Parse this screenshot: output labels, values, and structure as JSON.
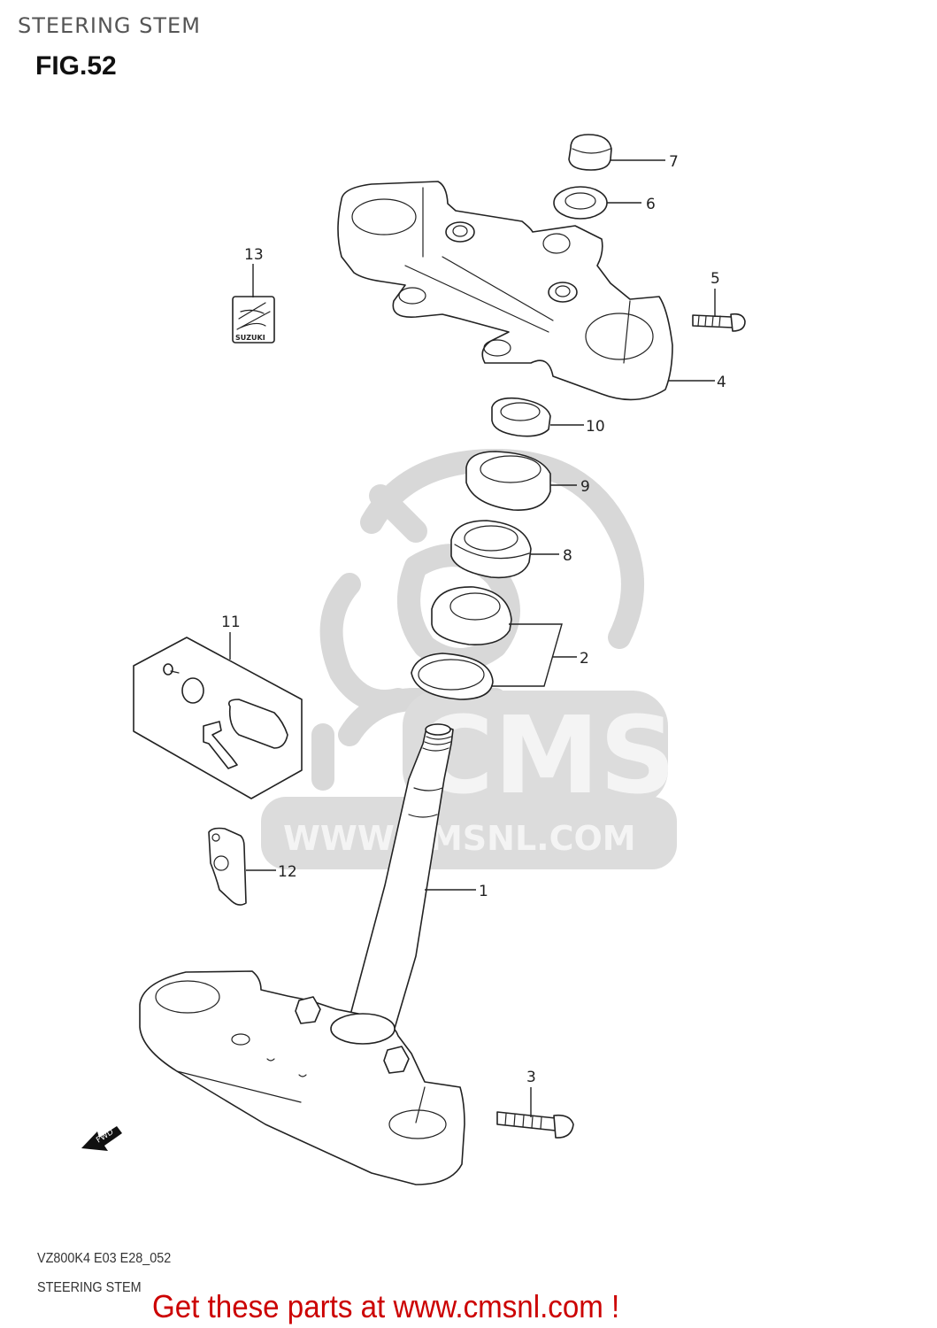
{
  "header": {
    "section_title": "STEERING STEM",
    "figure_label": "FIG.52"
  },
  "watermark": {
    "logo_text": "CMS",
    "url_text": "WWW.CMSNL.COM",
    "color": "#dcdcdc"
  },
  "parts": [
    {
      "callout": "1",
      "name": "steering-stem"
    },
    {
      "callout": "2",
      "name": "bearing-set"
    },
    {
      "callout": "3",
      "name": "lower-bracket-bolt"
    },
    {
      "callout": "4",
      "name": "upper-bracket"
    },
    {
      "callout": "5",
      "name": "upper-bracket-bolt"
    },
    {
      "callout": "6",
      "name": "washer"
    },
    {
      "callout": "7",
      "name": "stem-head-nut"
    },
    {
      "callout": "8",
      "name": "upper-bearing"
    },
    {
      "callout": "9",
      "name": "dust-seal"
    },
    {
      "callout": "10",
      "name": "lock-nut"
    },
    {
      "callout": "11",
      "name": "steering-lock-set"
    },
    {
      "callout": "12",
      "name": "lock-cover"
    },
    {
      "callout": "13",
      "name": "emblem"
    }
  ],
  "emblem": {
    "brand_text": "SUZUKI"
  },
  "direction_marker": {
    "label": "FWD"
  },
  "footer": {
    "model_code": "VZ800K4 E03 E28_052",
    "description": "STEERING STEM",
    "promo_text": "Get these parts at www.cmsnl.com !",
    "promo_color": "#cc0000"
  }
}
